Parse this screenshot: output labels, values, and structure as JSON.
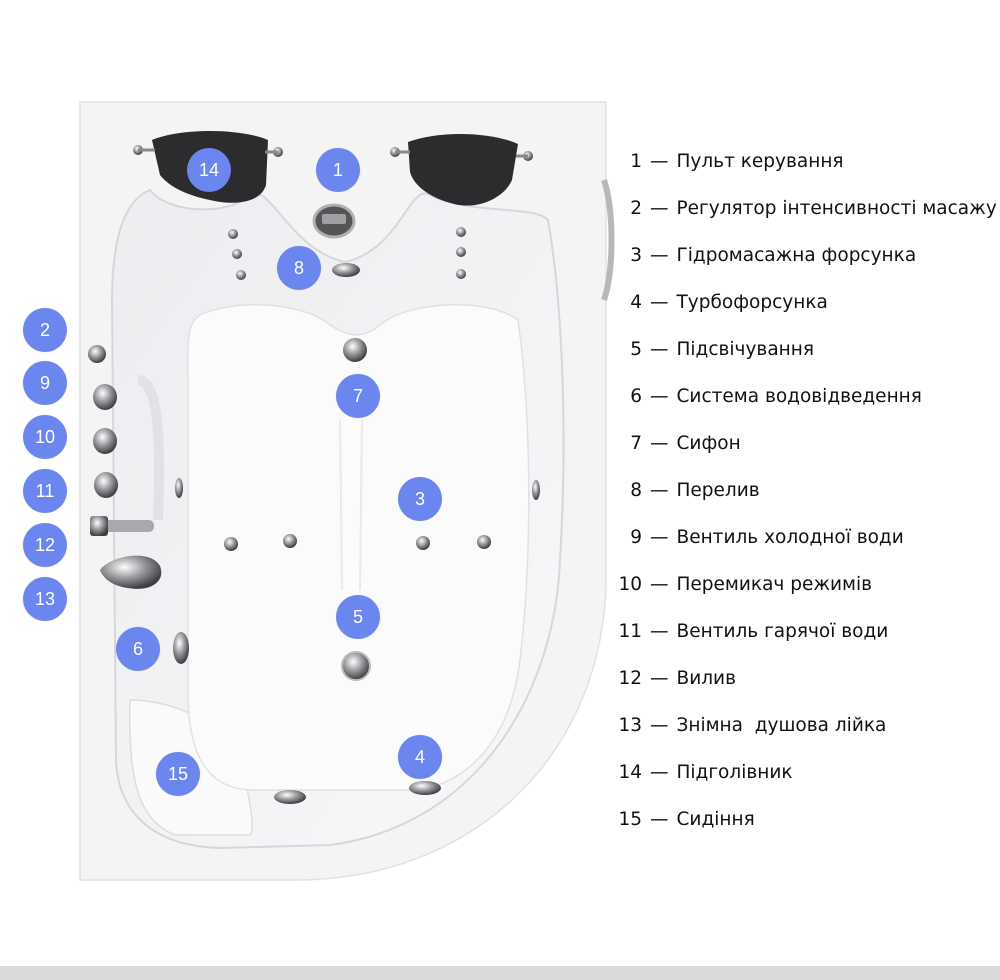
{
  "colors": {
    "marker": "#6b86ee",
    "marker_text": "#ffffff",
    "tub_shell": "#f4f4f5"
  },
  "markers": [
    {
      "id": "1",
      "icon": "callout-circle"
    },
    {
      "id": "2",
      "icon": "callout-circle"
    },
    {
      "id": "3",
      "icon": "callout-circle"
    },
    {
      "id": "4",
      "icon": "callout-circle"
    },
    {
      "id": "5",
      "icon": "callout-circle"
    },
    {
      "id": "6",
      "icon": "callout-circle"
    },
    {
      "id": "7",
      "icon": "callout-circle"
    },
    {
      "id": "8",
      "icon": "callout-circle"
    },
    {
      "id": "9",
      "icon": "callout-circle"
    },
    {
      "id": "10",
      "icon": "callout-circle"
    },
    {
      "id": "11",
      "icon": "callout-circle"
    },
    {
      "id": "12",
      "icon": "callout-circle"
    },
    {
      "id": "13",
      "icon": "callout-circle"
    },
    {
      "id": "14",
      "icon": "callout-circle"
    },
    {
      "id": "15",
      "icon": "callout-circle"
    }
  ],
  "legend": {
    "separator": "—",
    "items": [
      {
        "num": "1",
        "label": "Пульт керування"
      },
      {
        "num": "2",
        "label": "Регулятор інтенсивності масажу"
      },
      {
        "num": "3",
        "label": "Гідромасажна форсунка"
      },
      {
        "num": "4",
        "label": "Турбофорсунка"
      },
      {
        "num": "5",
        "label": "Підсвічування"
      },
      {
        "num": "6",
        "label": "Система водовідведення"
      },
      {
        "num": "7",
        "label": "Сифон"
      },
      {
        "num": "8",
        "label": "Перелив"
      },
      {
        "num": "9",
        "label": "Вентиль холодної води"
      },
      {
        "num": "10",
        "label": "Перемикач режимів"
      },
      {
        "num": "11",
        "label": "Вентиль гарячої води"
      },
      {
        "num": "12",
        "label": "Вилив"
      },
      {
        "num": "13",
        "label": "Знімна  душова лійка"
      },
      {
        "num": "14",
        "label": "Підголівник"
      },
      {
        "num": "15",
        "label": "Сидіння"
      }
    ]
  }
}
